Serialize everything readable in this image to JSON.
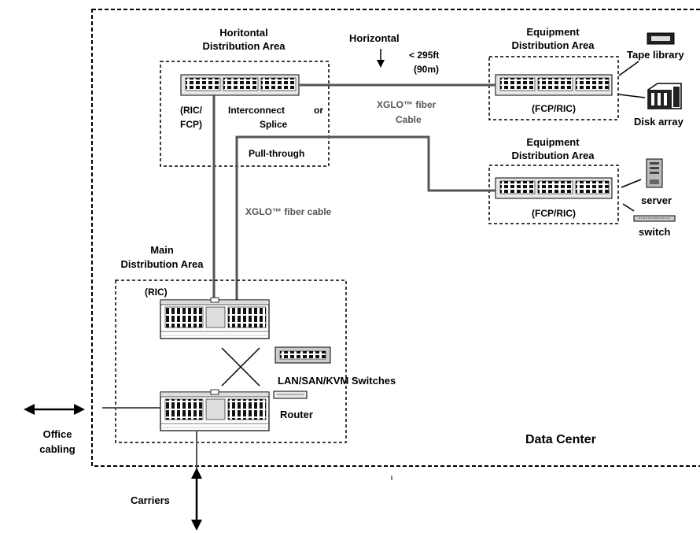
{
  "data_center": {
    "label": "Data Center"
  },
  "hda": {
    "title_line1": "Horitontal",
    "title_line2": "Distribution Area",
    "ric_line1": "(RIC/",
    "ric_line2": "FCP)",
    "interconnect": "Interconnect",
    "or": "or",
    "splice": "Splice",
    "pull_through": "Pull-through"
  },
  "horizontal": {
    "label": "Horizontal",
    "distance_line1": "< 295ft",
    "distance_line2": "(90m)"
  },
  "eda1": {
    "title_line1": "Equipment",
    "title_line2": "Distribution Area",
    "panel_label": "(FCP/RIC)",
    "tape_library": "Tape library",
    "disk_array": "Disk array"
  },
  "eda2": {
    "title_line1": "Equipment",
    "title_line2": "Distribution Area",
    "panel_label": "(FCP/RIC)",
    "server": "server",
    "switch": "switch"
  },
  "cables": {
    "fiber_cable_1_line1": "XGLO™ fiber",
    "fiber_cable_1_line2": "Cable",
    "fiber_cable_2": "XGLO™ fiber cable"
  },
  "mda": {
    "title_line1": "Main",
    "title_line2": "Distribution Area",
    "ric": "(RIC)",
    "switches": "LAN/SAN/KVM Switches",
    "router": "Router"
  },
  "external": {
    "office_line1": "Office",
    "office_line2": "cabling",
    "carriers": "Carriers"
  }
}
